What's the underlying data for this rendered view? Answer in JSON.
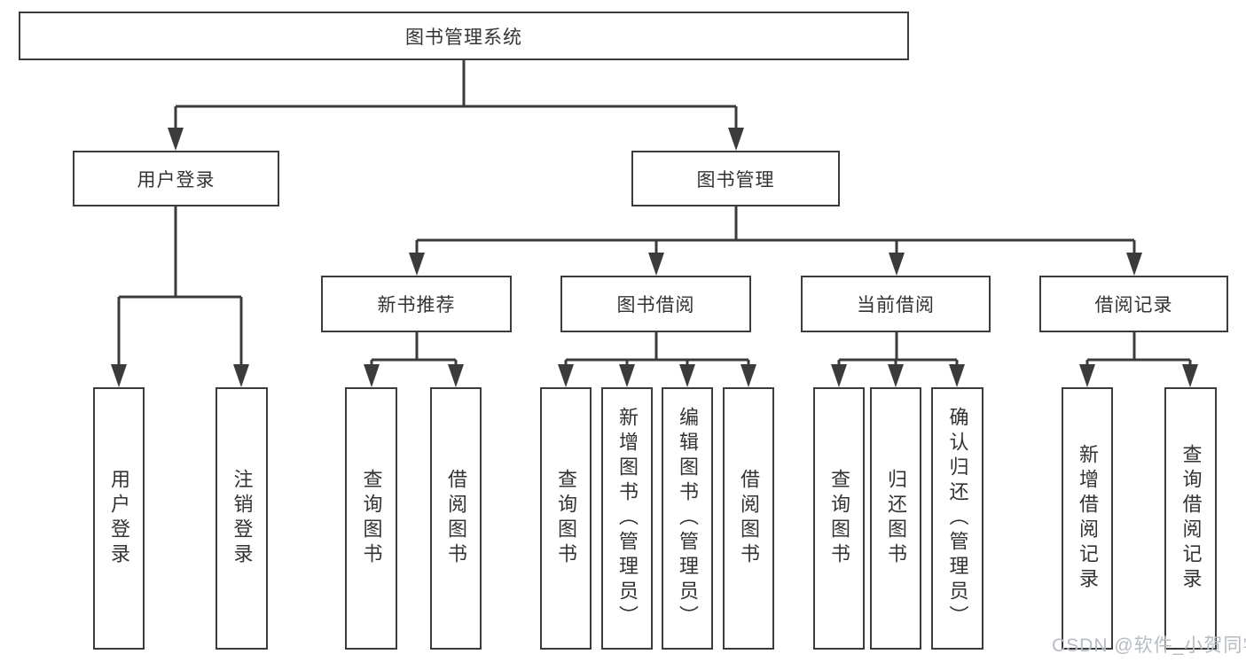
{
  "diagram": {
    "root": {
      "label": "图书管理系统"
    },
    "level2": [
      {
        "id": "user-login",
        "label": "用户登录"
      },
      {
        "id": "book-management",
        "label": "图书管理"
      }
    ],
    "level3": [
      {
        "id": "new-book-recommend",
        "label": "新书推荐"
      },
      {
        "id": "book-borrow",
        "label": "图书借阅"
      },
      {
        "id": "current-borrow",
        "label": "当前借阅"
      },
      {
        "id": "borrow-record",
        "label": "借阅记录"
      }
    ],
    "leaves": [
      {
        "parent": "user-login",
        "label": "用户登录"
      },
      {
        "parent": "user-login",
        "label": "注销登录"
      },
      {
        "parent": "new-book-recommend",
        "label": "查询图书"
      },
      {
        "parent": "new-book-recommend",
        "label": "借阅图书"
      },
      {
        "parent": "book-borrow",
        "label": "查询图书"
      },
      {
        "parent": "book-borrow",
        "label": "新增图书（管理员）"
      },
      {
        "parent": "book-borrow",
        "label": "编辑图书（管理员）"
      },
      {
        "parent": "book-borrow",
        "label": "借阅图书"
      },
      {
        "parent": "current-borrow",
        "label": "查询图书"
      },
      {
        "parent": "current-borrow",
        "label": "归还图书"
      },
      {
        "parent": "current-borrow",
        "label": "确认归还（管理员）"
      },
      {
        "parent": "borrow-record",
        "label": "新增借阅记录"
      },
      {
        "parent": "borrow-record",
        "label": "查询借阅记录"
      }
    ]
  },
  "watermark": {
    "text": "CSDN @软件_小贺同学"
  },
  "colors": {
    "line": "#3b3b3b",
    "text": "#333333",
    "watermark": "#b6bcc2"
  }
}
